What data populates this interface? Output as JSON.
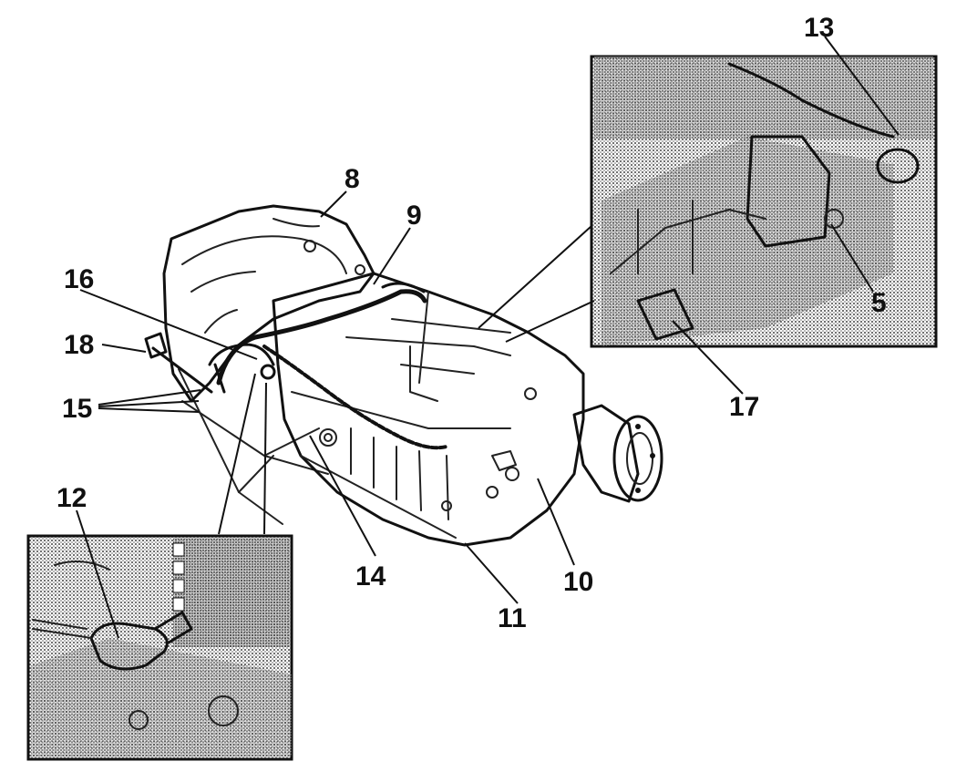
{
  "diagram": {
    "callouts": {
      "c5": "5",
      "c8": "8",
      "c9": "9",
      "c10": "10",
      "c11": "11",
      "c12": "12",
      "c13": "13",
      "c14": "14",
      "c15": "15",
      "c16": "16",
      "c17": "17",
      "c18": "18"
    },
    "colors": {
      "ink": "#111111",
      "paper": "#ffffff",
      "halftone": "#8a8a8a"
    }
  }
}
